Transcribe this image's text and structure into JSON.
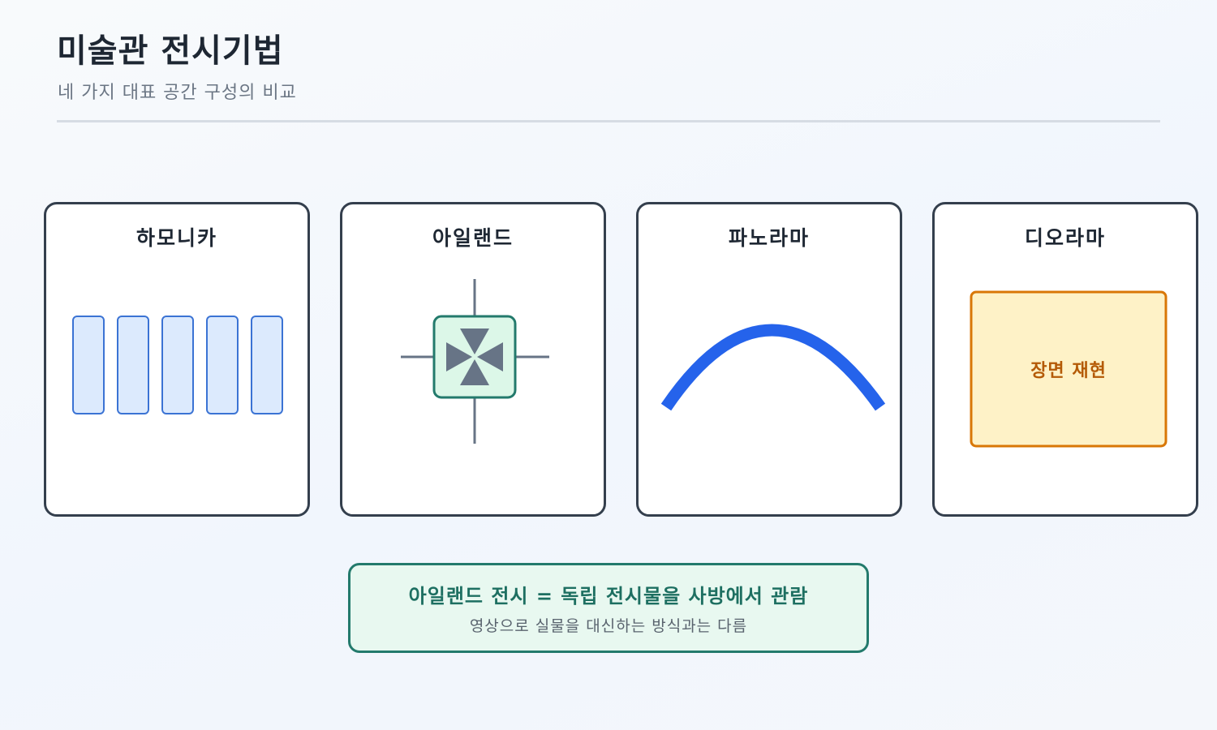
{
  "header": {
    "title": "미술관 전시기법",
    "subtitle": "네 가지 대표 공간 구성의 비교"
  },
  "cards": [
    {
      "label": "하모니카",
      "icon": "harmonica-panels-icon"
    },
    {
      "label": "아일랜드",
      "icon": "island-crosshair-icon"
    },
    {
      "label": "파노라마",
      "icon": "panorama-arc-icon"
    },
    {
      "label": "디오라마",
      "icon": "diorama-scene-icon",
      "scene_text": "장면 재현"
    }
  ],
  "note": {
    "main": "아일랜드 전시 = 독립 전시물을 사방에서 관람",
    "sub": "영상으로 실물을 대신하는 방식과는 다름"
  },
  "colors": {
    "card_border": "#343f4d",
    "harmonica_fill": "#dceafd",
    "harmonica_stroke": "#3b73d4",
    "island_fill": "#dcf7e8",
    "island_stroke": "#237a6c",
    "island_mark": "#677486",
    "panorama_arc": "#2563eb",
    "diorama_fill": "#fef2c7",
    "diorama_stroke": "#d97706",
    "diorama_text": "#b45a06",
    "note_fill": "#e8f8f0",
    "note_border": "#237a6c",
    "note_text": "#1d6f61"
  }
}
